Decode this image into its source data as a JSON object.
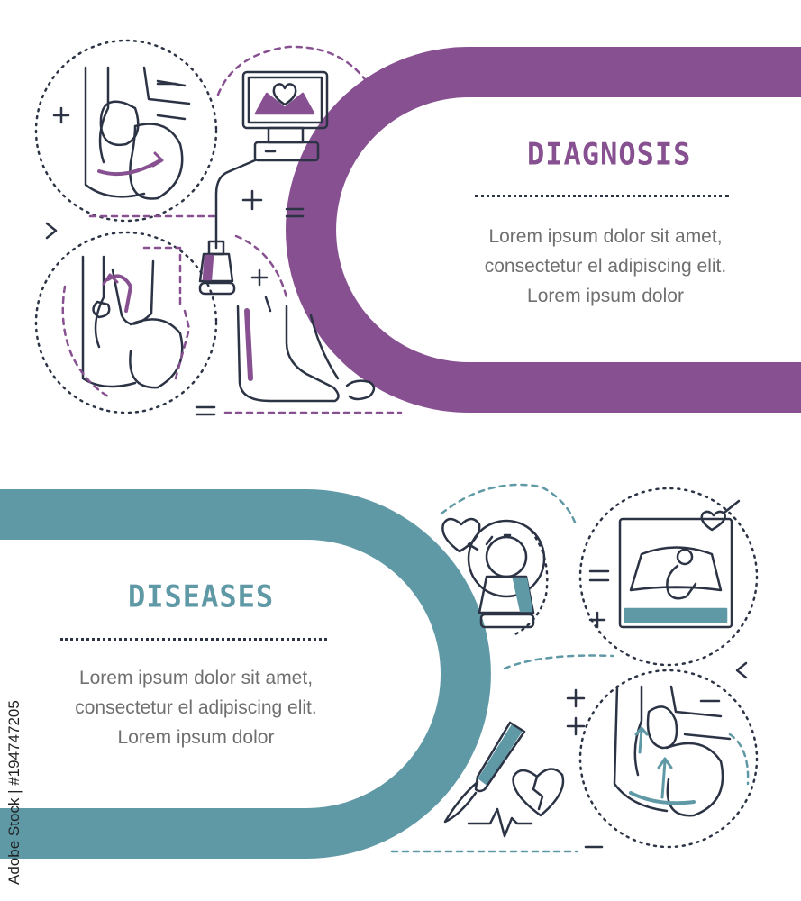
{
  "banners": [
    {
      "title": "DIAGNOSIS",
      "lines": [
        "Lorem ipsum dolor sit amet,",
        "consectetur el adipiscing elit.",
        "Lorem ipsum dolor"
      ],
      "accent": "#875090"
    },
    {
      "title": "DISEASES",
      "lines": [
        "Lorem ipsum dolor sit amet,",
        "consectetur el adipiscing elit.",
        "Lorem ipsum dolor"
      ],
      "accent": "#5f99a6"
    }
  ],
  "credit": "Adobe Stock | #194747205",
  "line_color": "#2b3345",
  "icons": {
    "top": [
      "heart-anatomy-icon",
      "ultrasound-monitor-icon",
      "ultrasound-probe-icon",
      "heart-valve-icon",
      "leg-vein-icon"
    ],
    "bottom": [
      "mri-scanner-icon",
      "heart-icon",
      "fetal-ultrasound-icon",
      "scalpel-icon",
      "broken-heart-icon",
      "heart-anatomy-icon"
    ]
  }
}
